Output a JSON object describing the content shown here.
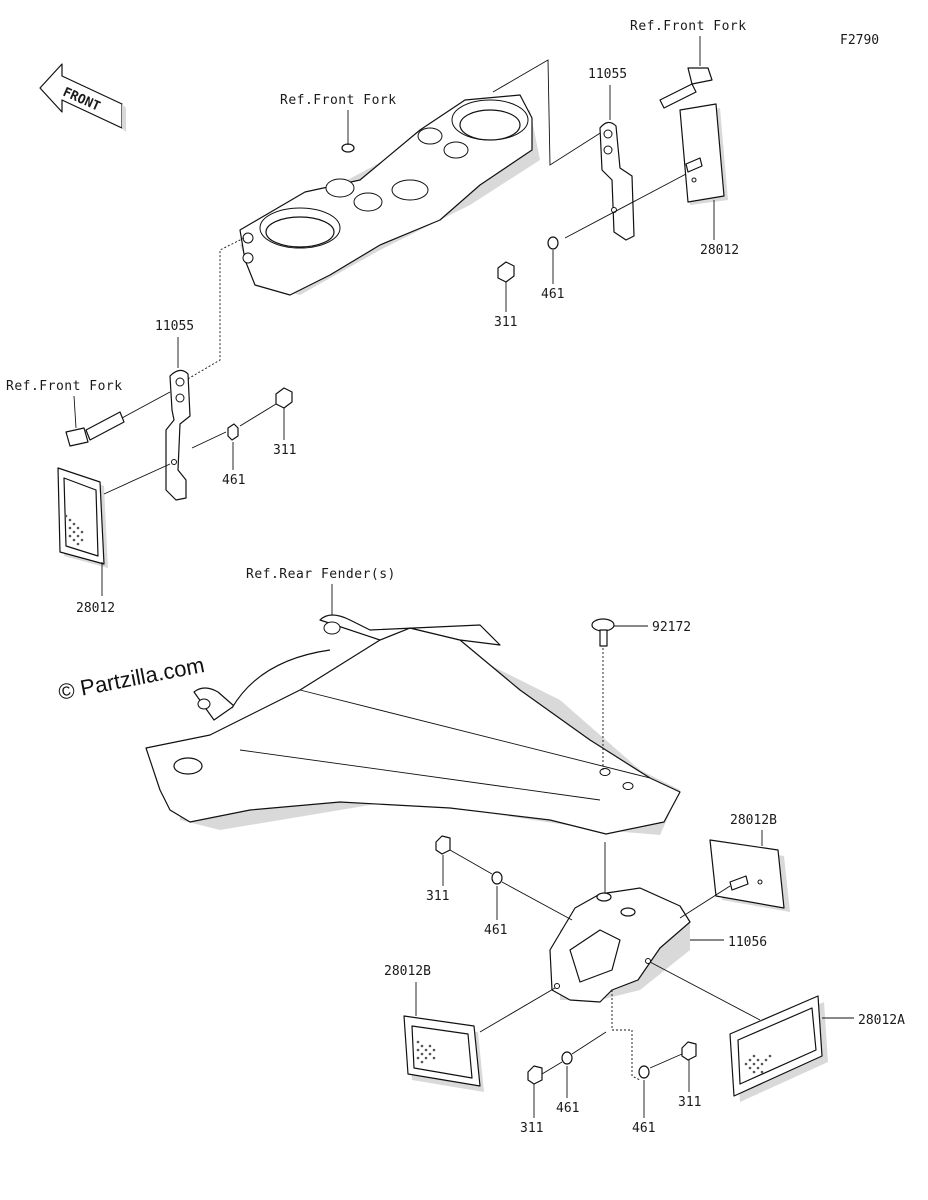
{
  "diagram_id": "F2790",
  "orientation_arrow": "FRONT",
  "watermark": "© Partzilla.com",
  "references": {
    "front_fork_top": "Ref.Front Fork",
    "front_fork_mid": "Ref.Front Fork",
    "front_fork_left": "Ref.Front Fork",
    "rear_fender": "Ref.Rear Fender(s)"
  },
  "callouts": {
    "bracket_upper": "11055",
    "bracket_left": "11055",
    "reflector_upper": "28012",
    "reflector_left": "28012",
    "nut_upper": "311",
    "washer_upper": "461",
    "nut_left": "311",
    "washer_left": "461",
    "screw_fender": "92172",
    "nut_rear_top": "311",
    "washer_rear_top": "461",
    "bracket_rear": "11056",
    "reflector_rear_side_upper": "28012B",
    "reflector_rear_side_left": "28012B",
    "reflector_rear": "28012A",
    "nut_rear_bottom_left": "311",
    "washer_rear_bottom_left": "461",
    "washer_rear_bottom_right": "461",
    "nut_rear_bottom_right": "311"
  }
}
